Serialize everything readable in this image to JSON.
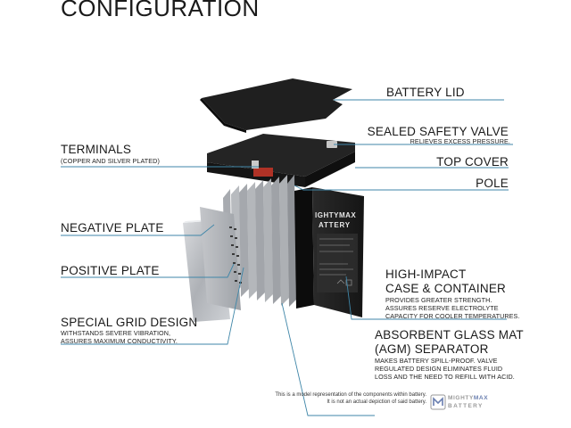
{
  "title": "CONFIGURATION",
  "labels": {
    "battery_lid": "BATTERY LID",
    "sealed_valve": "SEALED SAFETY VALVE",
    "sealed_valve_desc": "RELIEVES EXCESS PRESSURE.",
    "terminals": "TERMINALS",
    "terminals_desc": "(COPPER AND SILVER PLATED)",
    "top_cover": "TOP COVER",
    "pole": "POLE",
    "negative_plate": "NEGATIVE PLATE",
    "positive_plate": "POSITIVE PLATE",
    "grid_design": "SPECIAL GRID DESIGN",
    "grid_design_desc": [
      "WITHSTANDS SEVERE VIBRATION,",
      "ASSURES MAXIMUM CONDUCTIVITY."
    ],
    "case_title": [
      "HIGH-IMPACT",
      "CASE & CONTAINER"
    ],
    "case_desc": [
      "PROVIDES GREATER STRENGTH.",
      "ASSURES RESERVE ELECTROLYTE",
      "CAPACITY FOR COOLER TEMPERATURES."
    ],
    "agm_title": [
      "ABSORBENT GLASS MAT",
      "(AGM) SEPARATOR"
    ],
    "agm_desc": [
      "MAKES BATTERY SPILL-PROOF. VALVE",
      "REGULATED DESIGN ELIMINATES FLUID",
      "LOSS AND THE NEED TO REFILL WITH ACID."
    ]
  },
  "disclaimer": [
    "This is a model representation of the components within battery.",
    "It is not an actual depiction of said battery."
  ],
  "logo": {
    "line1_a": "MIGHTY",
    "line1_b": "MAX",
    "line2": "BATTERY"
  },
  "battery_brand": [
    "IGHTYMAX",
    "ATTERY"
  ],
  "colors": {
    "leader_line": "#3f86a8",
    "text": "#1a1a1a",
    "battery_body": "#1c1c1c",
    "terminal": "#c0392b",
    "plate": "#b9bcc0"
  }
}
